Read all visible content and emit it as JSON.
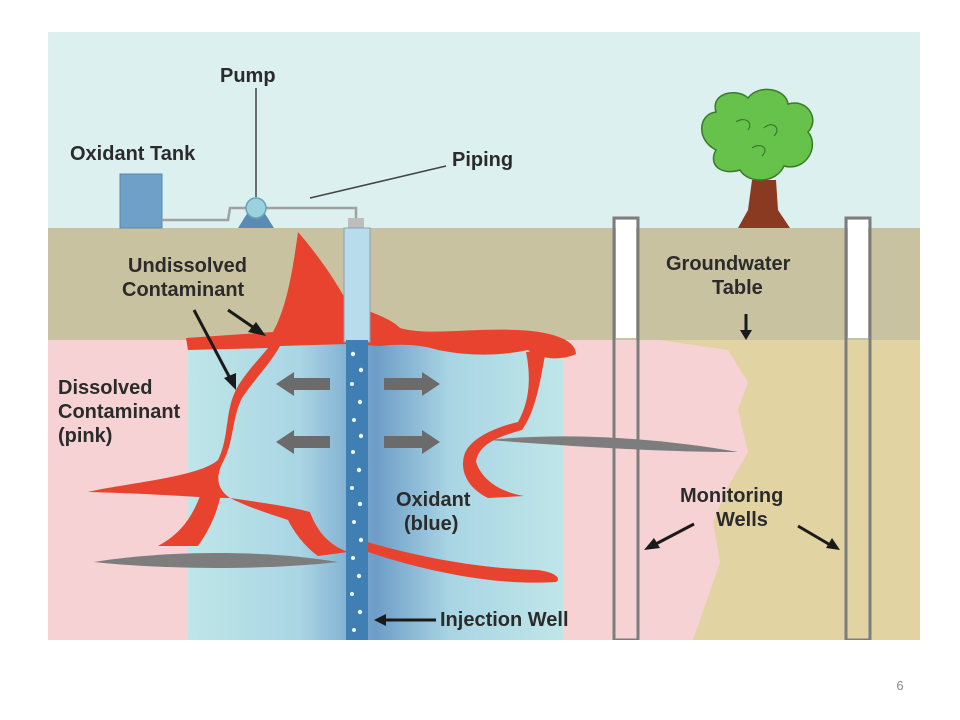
{
  "labels": {
    "pump": "Pump",
    "oxidant_tank": "Oxidant Tank",
    "piping": "Piping",
    "undissolved_line1": "Undissolved",
    "undissolved_line2": "Contaminant",
    "groundwater_line1": "Groundwater",
    "groundwater_line2": "Table",
    "dissolved_line1": "Dissolved",
    "dissolved_line2": "Contaminant",
    "dissolved_line3": "(pink)",
    "oxidant_line1": "Oxidant",
    "oxidant_line2": "(blue)",
    "monitoring_line1": "Monitoring",
    "monitoring_line2": "Wells",
    "injection_well": "Injection Well"
  },
  "slide_number": "6",
  "colors": {
    "sky": "#dcf0f0",
    "unsaturated_soil": "#c8c2a0",
    "clean_groundwater": "#e2d3a2",
    "dissolved_contaminant": "#f6d2d4",
    "oxidant_plume": "#9ec8dc",
    "undissolved_contaminant": "#e8432e",
    "tank": "#6fa0c8",
    "well_casing": "#7d7d7d",
    "tree_canopy": "#66c24a",
    "tree_trunk": "#8b3a22"
  }
}
